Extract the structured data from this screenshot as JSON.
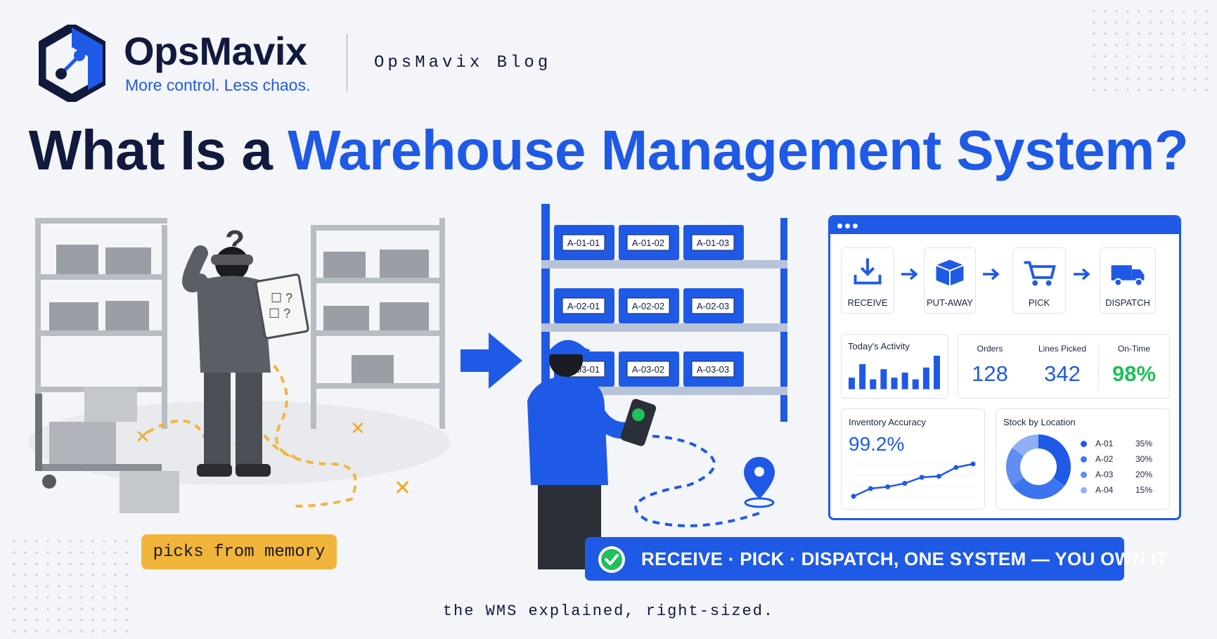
{
  "brand": {
    "name": "OpsMavix",
    "tagline": "More control. Less chaos.",
    "blog_label": "OpsMavix Blog"
  },
  "headline": {
    "part_dark": "What Is a",
    "part_blue": "Warehouse Management System?"
  },
  "left_scene": {
    "badge": "picks from memory"
  },
  "right_scene": {
    "bin_labels": [
      "A-01-01",
      "A-01-02",
      "A-01-03",
      "A-02-01",
      "A-02-02",
      "A-02-03",
      "A-03-01",
      "A-03-02",
      "A-03-03"
    ]
  },
  "dashboard": {
    "steps": [
      {
        "label": "RECEIVE",
        "icon": "inbox-download-icon"
      },
      {
        "label": "PUT-AWAY",
        "icon": "box-icon"
      },
      {
        "label": "PICK",
        "icon": "cart-icon"
      },
      {
        "label": "DISPATCH",
        "icon": "truck-icon"
      }
    ],
    "activity": {
      "title": "Today's Activity",
      "bars": [
        0.35,
        0.75,
        0.3,
        0.6,
        0.35,
        0.5,
        0.3,
        0.65,
        1.0
      ]
    },
    "stats": [
      {
        "label": "Orders",
        "value": "128"
      },
      {
        "label": "Lines Picked",
        "value": "342"
      },
      {
        "label": "On-Time",
        "value": "98%"
      }
    ],
    "accuracy": {
      "title": "Inventory Accuracy",
      "value": "99.2%",
      "trend": [
        0.08,
        0.3,
        0.35,
        0.45,
        0.62,
        0.65,
        0.9,
        1.0
      ]
    },
    "stock": {
      "title": "Stock by Location",
      "items": [
        {
          "label": "A-01",
          "pct": "35%",
          "value": 35,
          "color": "#1f5ae6"
        },
        {
          "label": "A-02",
          "pct": "30%",
          "value": 30,
          "color": "#3b74ee"
        },
        {
          "label": "A-03",
          "pct": "20%",
          "value": 20,
          "color": "#5f8df2"
        },
        {
          "label": "A-04",
          "pct": "15%",
          "value": 15,
          "color": "#8fb0f6"
        }
      ]
    }
  },
  "banner": {
    "text": "RECEIVE · PICK · DISPATCH, ONE SYSTEM — YOU OWN IT"
  },
  "footer": {
    "tagline": "the WMS explained, right-sized."
  },
  "colors": {
    "accent": "#1f5ae6",
    "navy": "#111a3d",
    "badge": "#f2b53c",
    "success": "#1fbf5a",
    "background": "#f4f5f8"
  }
}
